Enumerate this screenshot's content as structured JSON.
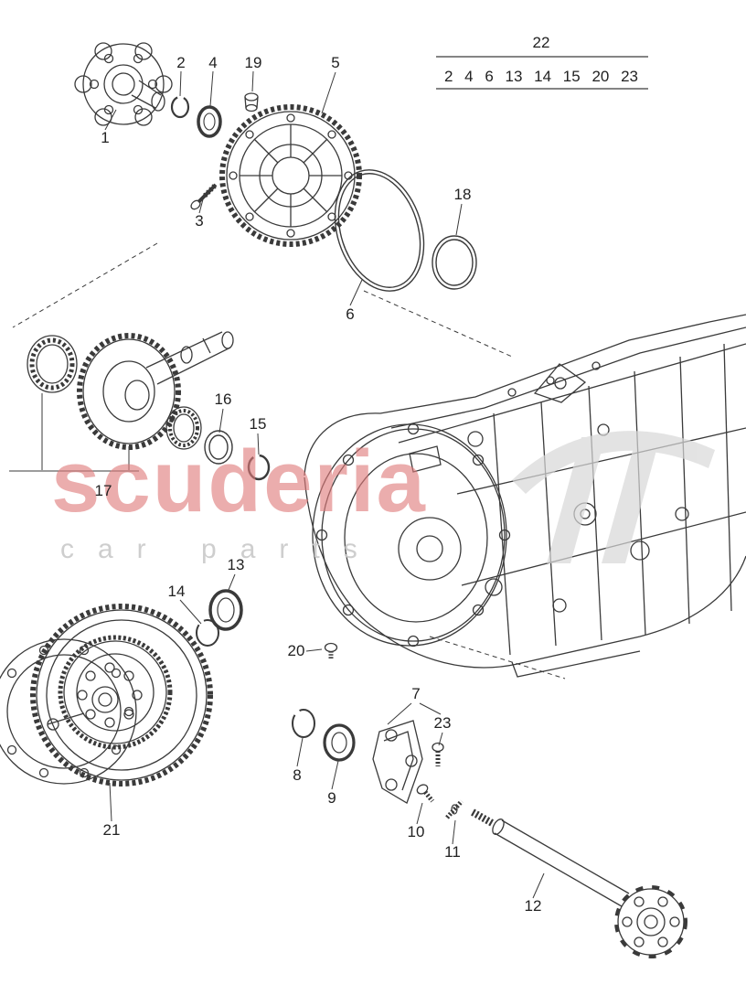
{
  "colors": {
    "line": "#3a3a3a",
    "watermark_primary": "#e07b7b",
    "watermark_secondary": "#c9c9c9"
  },
  "header": {
    "group_number": "22",
    "group_parts": "2 4 6 13 14 15 20 23"
  },
  "watermark": {
    "primary": "scuderia",
    "secondary": "car parts"
  },
  "callouts": {
    "c1": "1",
    "c2": "2",
    "c3": "3",
    "c4": "4",
    "c5": "5",
    "c6": "6",
    "c7": "7",
    "c8": "8",
    "c9": "9",
    "c10": "10",
    "c11": "11",
    "c12": "12",
    "c13": "13",
    "c14": "14",
    "c15": "15",
    "c16": "16",
    "c17": "17",
    "c18": "18",
    "c19": "19",
    "c20": "20",
    "c21": "21",
    "c23": "23"
  }
}
